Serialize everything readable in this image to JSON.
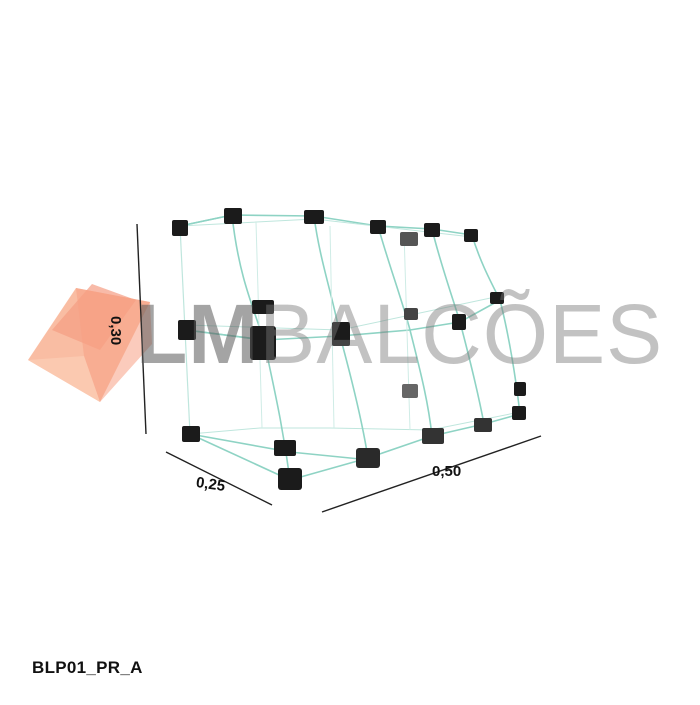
{
  "watermark": {
    "brand_strong": "LM",
    "brand_rest": "BALCÕES",
    "cube_colors": [
      "#f7a07a",
      "#f48a6c",
      "#f9bfa0"
    ]
  },
  "dimensions": {
    "height": "0,30",
    "depth": "0,25",
    "width": "0,50"
  },
  "product": {
    "code": "BLP01_PR_A"
  },
  "colors": {
    "glass_edge": "#7fc7b8",
    "connector": "#1b1b1b",
    "dimension_line": "#222222"
  }
}
